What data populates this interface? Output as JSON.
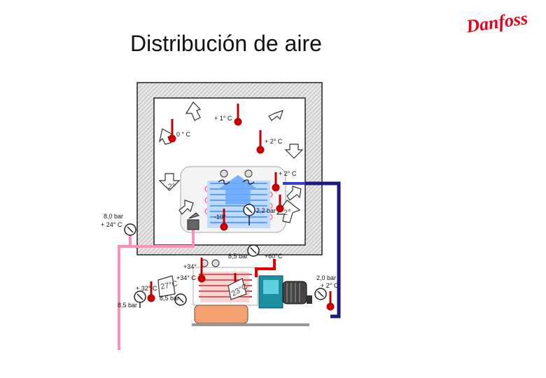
{
  "title": "Distribución de aire",
  "brand": {
    "name": "Danfoss",
    "color": "#e2001a"
  },
  "colors": {
    "insulation": "#d8d8d8",
    "high_pressure_line": "#ff8fb4",
    "suction_line": "#1a1a80",
    "discharge_line": "#e00000",
    "evaporator": "#5aa0ff",
    "condenser": "#f08080",
    "compressor": "#1b8fa0",
    "receiver": "#f4a070"
  },
  "labels": {
    "cold_room_temp_top": "+ 1° C",
    "cold_room_temp_left": "0 ° C",
    "cold_room_temp_right": "+ 2° C",
    "return_air_temp": "+ 2° C",
    "supply_air_temp": "-2°",
    "evaporator_temp": "-10°",
    "superheat_temp": "2°",
    "evaporator_pressure": "2,2 bar",
    "liquid_pressure": "8,0 bar",
    "liquid_temp": "+ 24° C",
    "discharge_pressure": "8,5 bar",
    "discharge_temp": "+60°C",
    "ambient_temp": "+34°",
    "condenser_air_temp": "+34° C",
    "condenser_outlet_temp": "+ 32° C",
    "condenser_in_air": "27°C",
    "condenser_out_air": "23°C",
    "condenser_pressure": "8,5 bar",
    "receiver_pressure": "8,5 bar",
    "suction_pressure": "2,0 bar",
    "suction_temp": "+ 2° C"
  }
}
